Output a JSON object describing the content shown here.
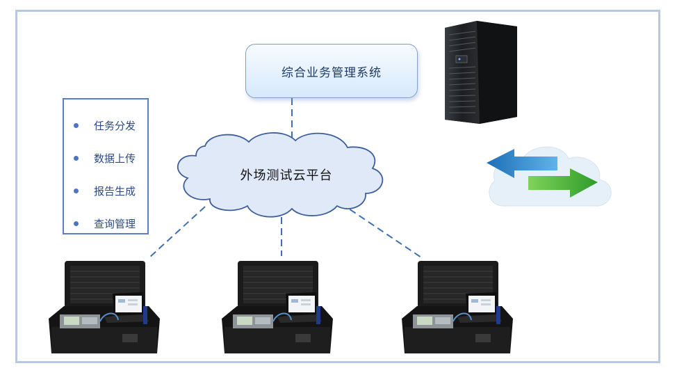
{
  "system_box": {
    "label": "综合业务管理系统"
  },
  "cloud": {
    "label": "外场测试云平台"
  },
  "feature_list": {
    "items": [
      {
        "label": "任务分发"
      },
      {
        "label": "数据上传"
      },
      {
        "label": "报告生成"
      },
      {
        "label": "查询管理"
      }
    ]
  },
  "colors": {
    "frame": "#b7c8e6",
    "connector": "#3f6fb3",
    "bullet": "#4b74c6",
    "cloud_fill": "#dfe9f8",
    "cloud_stroke": "#3d5e9a"
  },
  "icons": [
    "server-tower-icon",
    "sync-arrows-cloud-icon",
    "test-case-terminal-icon"
  ]
}
